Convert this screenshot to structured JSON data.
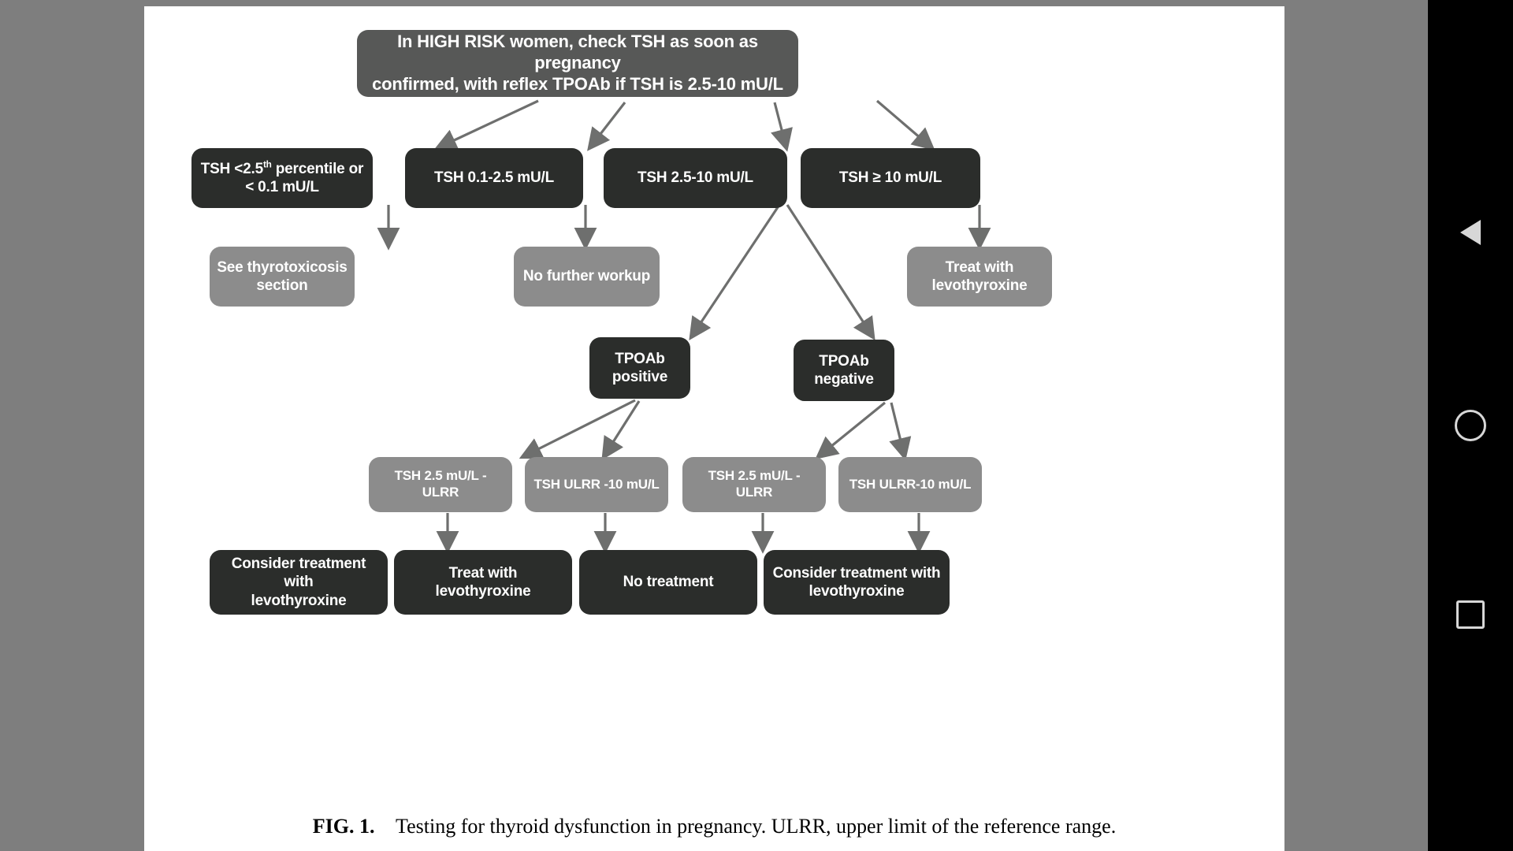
{
  "document": {
    "caption_label": "FIG. 1.",
    "caption_text": "Testing for thyroid dysfunction in pregnancy. ULRR, upper limit of the reference range."
  },
  "navbar": {
    "back_label": "Back",
    "home_label": "Home",
    "recents_label": "Recent apps"
  },
  "colors": {
    "dark_node": "#2b2d2b",
    "mid_node": "#575857",
    "gray_node": "#8c8c8c",
    "page_background": "#ffffff",
    "viewer_background": "#7e7e7e",
    "navbar_background": "#000000",
    "arrow": "#6e6f6e"
  },
  "chart_data": {
    "type": "diagram",
    "title": "Testing for thyroid dysfunction in pregnancy",
    "nodes": [
      {
        "id": "root",
        "label": "In HIGH RISK women, check TSH as soon as pregnancy confirmed, with reflex TPOAb if TSH is 2.5-10 mU/L",
        "style": "mid",
        "row": 1
      },
      {
        "id": "tsh_low",
        "label": "TSH <2.5th percentile or < 0.1 mU/L",
        "style": "dark",
        "row": 2
      },
      {
        "id": "tsh_norm",
        "label": "TSH 0.1-2.5 mU/L",
        "style": "dark",
        "row": 2
      },
      {
        "id": "tsh_mid",
        "label": "TSH 2.5-10 mU/L",
        "style": "dark",
        "row": 2
      },
      {
        "id": "tsh_high",
        "label": "TSH ≥ 10 mU/L",
        "style": "dark",
        "row": 2
      },
      {
        "id": "thyrotox",
        "label": "See thyrotoxicosis section",
        "style": "gray",
        "row": 3
      },
      {
        "id": "noworkup",
        "label": "No further workup",
        "style": "gray",
        "row": 3
      },
      {
        "id": "treat_lt4",
        "label": "Treat with levothyroxine",
        "style": "gray",
        "row": 3
      },
      {
        "id": "tpo_pos",
        "label": "TPOAb positive",
        "style": "dark",
        "row": 4
      },
      {
        "id": "tpo_neg",
        "label": "TPOAb negative",
        "style": "dark",
        "row": 4
      },
      {
        "id": "pos_low",
        "label": "TSH 2.5 mU/L  - ULRR",
        "style": "gray",
        "row": 5
      },
      {
        "id": "pos_high",
        "label": "TSH ULRR -10  mU/L",
        "style": "gray",
        "row": 5
      },
      {
        "id": "neg_low",
        "label": "TSH 2.5 mU/L -  ULRR",
        "style": "gray",
        "row": 5
      },
      {
        "id": "neg_high",
        "label": "TSH ULRR-10 mU/L",
        "style": "gray",
        "row": 5
      },
      {
        "id": "out1",
        "label": "Consider treatment with levothyroxine",
        "style": "dark",
        "row": 6
      },
      {
        "id": "out2",
        "label": "Treat with levothyroxine",
        "style": "dark",
        "row": 6
      },
      {
        "id": "out3",
        "label": "No  treatment",
        "style": "dark",
        "row": 6
      },
      {
        "id": "out4",
        "label": "Consider treatment with levothyroxine",
        "style": "dark",
        "row": 6
      }
    ],
    "edges": [
      {
        "from": "root",
        "to": "tsh_low"
      },
      {
        "from": "root",
        "to": "tsh_norm"
      },
      {
        "from": "root",
        "to": "tsh_mid"
      },
      {
        "from": "root",
        "to": "tsh_high"
      },
      {
        "from": "tsh_low",
        "to": "thyrotox"
      },
      {
        "from": "tsh_norm",
        "to": "noworkup"
      },
      {
        "from": "tsh_high",
        "to": "treat_lt4"
      },
      {
        "from": "tsh_mid",
        "to": "tpo_pos"
      },
      {
        "from": "tsh_mid",
        "to": "tpo_neg"
      },
      {
        "from": "tpo_pos",
        "to": "pos_low"
      },
      {
        "from": "tpo_pos",
        "to": "pos_high"
      },
      {
        "from": "tpo_neg",
        "to": "neg_low"
      },
      {
        "from": "tpo_neg",
        "to": "neg_high"
      },
      {
        "from": "pos_low",
        "to": "out1"
      },
      {
        "from": "pos_high",
        "to": "out2"
      },
      {
        "from": "neg_low",
        "to": "out3"
      },
      {
        "from": "neg_high",
        "to": "out4"
      }
    ]
  },
  "nodes": {
    "root_line1": "In HIGH RISK women, check TSH as soon as pregnancy",
    "root_line2": "confirmed, with reflex TPOAb if TSH is 2.5-10 mU/L",
    "tsh_low_line1_a": "TSH <2.5",
    "tsh_low_line1_sup": "th",
    "tsh_low_line1_b": " percentile or",
    "tsh_low_line2": "< 0.1 mU/L",
    "tsh_norm": "TSH 0.1-2.5  mU/L",
    "tsh_mid": "TSH 2.5-10 mU/L",
    "tsh_high": "TSH ≥ 10 mU/L",
    "thyrotox_line1": "See thyrotoxicosis",
    "thyrotox_line2": "section",
    "noworkup": "No further workup",
    "treat_lt4_line1": "Treat with",
    "treat_lt4_line2": "levothyroxine",
    "tpo_pos_line1": "TPOAb",
    "tpo_pos_line2": "positive",
    "tpo_neg_line1": "TPOAb",
    "tpo_neg_line2": "negative",
    "pos_low": "TSH 2.5 mU/L  - ULRR",
    "pos_high": "TSH ULRR -10  mU/L",
    "neg_low": "TSH 2.5 mU/L -  ULRR",
    "neg_high": "TSH ULRR-10 mU/L",
    "out1_line1": "Consider treatment with",
    "out1_line2": "levothyroxine",
    "out2_line1": "Treat with",
    "out2_line2": "levothyroxine",
    "out3": "No  treatment",
    "out4_line1": "Consider treatment with",
    "out4_line2": "levothyroxine"
  }
}
